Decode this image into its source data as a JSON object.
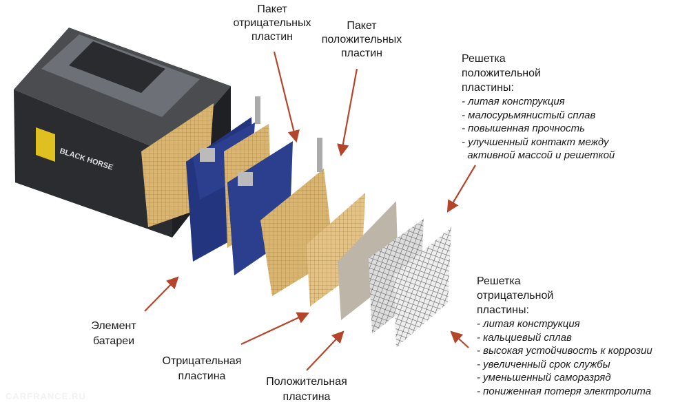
{
  "labels": {
    "negative_pack": [
      "Пакет",
      "отрицательных",
      "пластин"
    ],
    "positive_pack": [
      "Пакет",
      "положительных",
      "пластин"
    ],
    "battery_cell": [
      "Элемент",
      "батареи"
    ],
    "negative_plate": [
      "Отрицательная",
      "пластина"
    ],
    "positive_plate": [
      "Положительная",
      "пластина"
    ]
  },
  "positive_grid": {
    "title": [
      "Решетка",
      "положительной",
      "пластины:"
    ],
    "features": [
      "- литая конструкция",
      "- малосурьмянистый сплав",
      "- повышенная прочность",
      "- улучшенный контакт между",
      "  активной массой и решеткой"
    ]
  },
  "negative_grid": {
    "title": [
      "Решетка",
      "отрицательной",
      "пластины:"
    ],
    "features": [
      "- литая конструкция",
      "- кальциевый сплав",
      "- высокая устойчивость к коррозии",
      "- увеличенный срок службы",
      "- уменьшенный саморазряд",
      "- пониженная потеря электролита"
    ]
  },
  "battery_brand": "BLACK HORSE",
  "watermark": "CARFRANCE.RU",
  "colors": {
    "arrow": "#b5452a",
    "negative_plate": "#2c3f8e",
    "positive_plate": "#d9b572",
    "grid": "#777777"
  }
}
